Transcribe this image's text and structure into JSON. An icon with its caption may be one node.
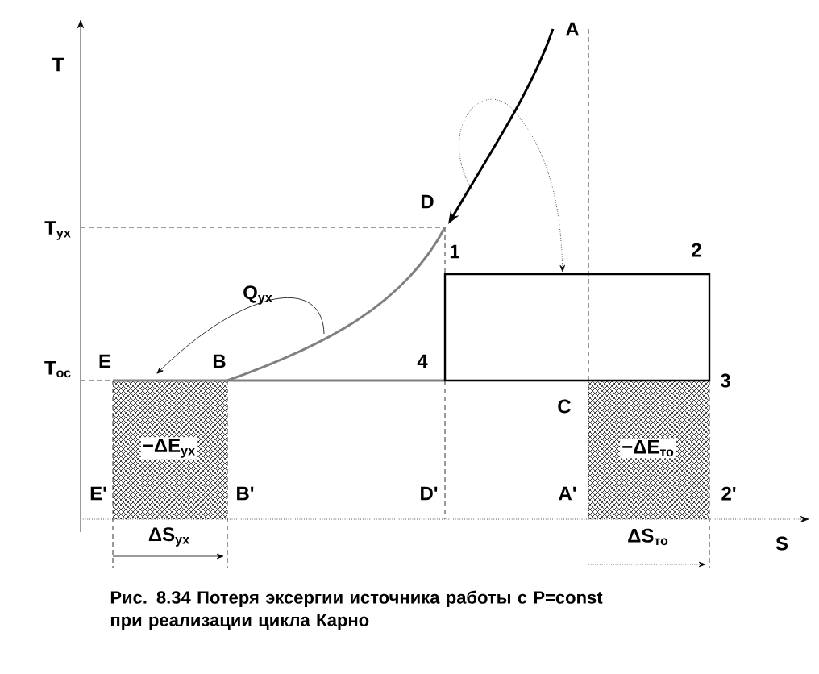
{
  "diagram": {
    "caption": "Рис. 8.34 Потеря эксергии источника работы с P=const при реализации цикла Карно",
    "labels": [
      "T",
      "A",
      "D",
      "T$_{ух}$",
      "Q$_{ух}$",
      "1",
      "2",
      "T$_{ос}$",
      "E",
      "B",
      "4",
      "3",
      "C",
      "−ΔE$_{ух}$",
      "−ΔE$_{то}$",
      "E'",
      "B'",
      "D'",
      "A'",
      "2'",
      "ΔS$_{ух}$",
      "ΔS$_{то}$",
      "S"
    ]
  }
}
